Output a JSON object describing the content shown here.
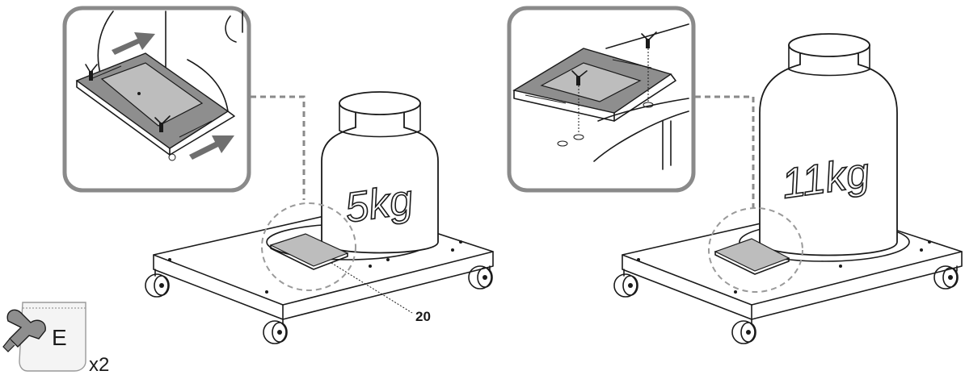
{
  "labels": {
    "small_tank": "5kg",
    "large_tank": "11kg",
    "part_callout": "20",
    "bag_letter": "E",
    "bag_quantity": "x2"
  },
  "colors": {
    "line": "#1a1a1a",
    "panel_border": "#8a8a8a",
    "plate_fill": "#8e8e8e"
  }
}
